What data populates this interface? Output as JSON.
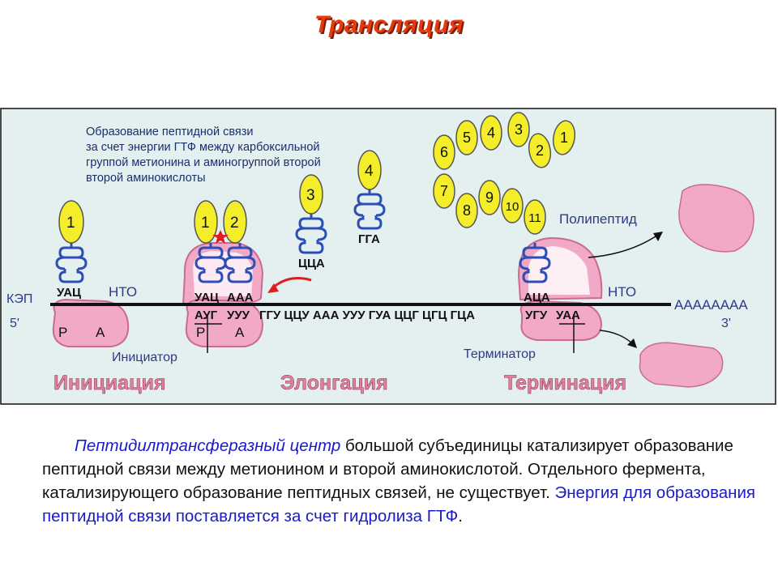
{
  "title": "Трансляция",
  "diagram": {
    "note_lines": [
      "Образование пептидной связи",
      "за счет энергии ГТФ между карбоксильной",
      "группой метионина и аминогруппой второй",
      "второй аминокислоты"
    ],
    "cap_label": "КЭП",
    "five_prime": "5'",
    "three_prime": "3'",
    "poly_a": "АААААААА",
    "nto_left": "НТО",
    "nto_right": "НТО",
    "initiator": "Инициатор",
    "terminator": "Терминатор",
    "polypeptide": "Полипептид",
    "site_p_1": "P",
    "site_a_1": "A",
    "site_p_2": "P",
    "site_a_2": "A",
    "anticodon_1": "УАЦ",
    "anticodon_2": "УАЦ",
    "anticodon_3": "ААА",
    "anticodon_4": "ЦЦА",
    "anticodon_5": "ГГА",
    "anticodon_6": "АЦА",
    "codons_start": "АУГ",
    "codons_second": "УУУ",
    "codons_main": "ГГУ ЦЦУ ААА УУУ ГУА ЦЦГ ЦГЦ ГЦА",
    "codon_ugu": "УГУ",
    "codon_stop": "УАА",
    "amino_1": "1",
    "amino_2": "1",
    "amino_3": "2",
    "amino_4": "3",
    "amino_5": "4",
    "chain": [
      "1",
      "2",
      "3",
      "4",
      "5",
      "6",
      "7",
      "8",
      "9",
      "10",
      "11"
    ],
    "stage_initiation": "Инициация",
    "stage_elongation": "Элонгация",
    "stage_termination": "Терминация"
  },
  "caption": {
    "part1": "Пептидилтрансферазный центр",
    "part2": " большой субъединицы катализирует образование пептидной связи между метионином и второй аминокислотой. Отдельного фермента, катализирующего образование пептидных связей, не существует. ",
    "part3": "Энергия для образования пептидной связи поставляется за счет гидролиза ГТФ",
    "part4": "."
  },
  "colors": {
    "amino_fill": "#f4ee2a",
    "trna_blue": "#2d4fb5",
    "ribosome_pink": "#f2a9c8",
    "stage_text": "#e0809f",
    "panel_bg": "#e3f0ef",
    "title_red": "#e8380d",
    "caption_blue": "#1a1ac8"
  }
}
